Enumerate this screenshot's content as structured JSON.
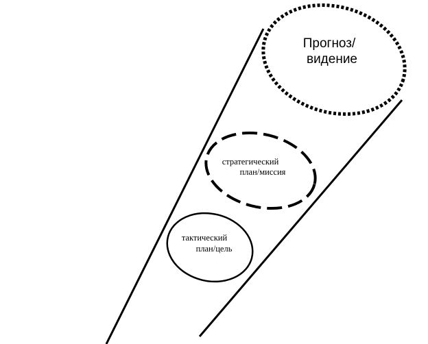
{
  "diagram": {
    "stroke_color": "#000000",
    "background": "#ffffff",
    "forecast": {
      "line1": "Прогноз/",
      "line2": "видение",
      "border_style": "dotted"
    },
    "strategic": {
      "line1": "стратегический",
      "line2": "план/миссия",
      "border_style": "dashed"
    },
    "tactical": {
      "line1": "тактический",
      "line2": "план/цель",
      "border_style": "solid"
    }
  }
}
